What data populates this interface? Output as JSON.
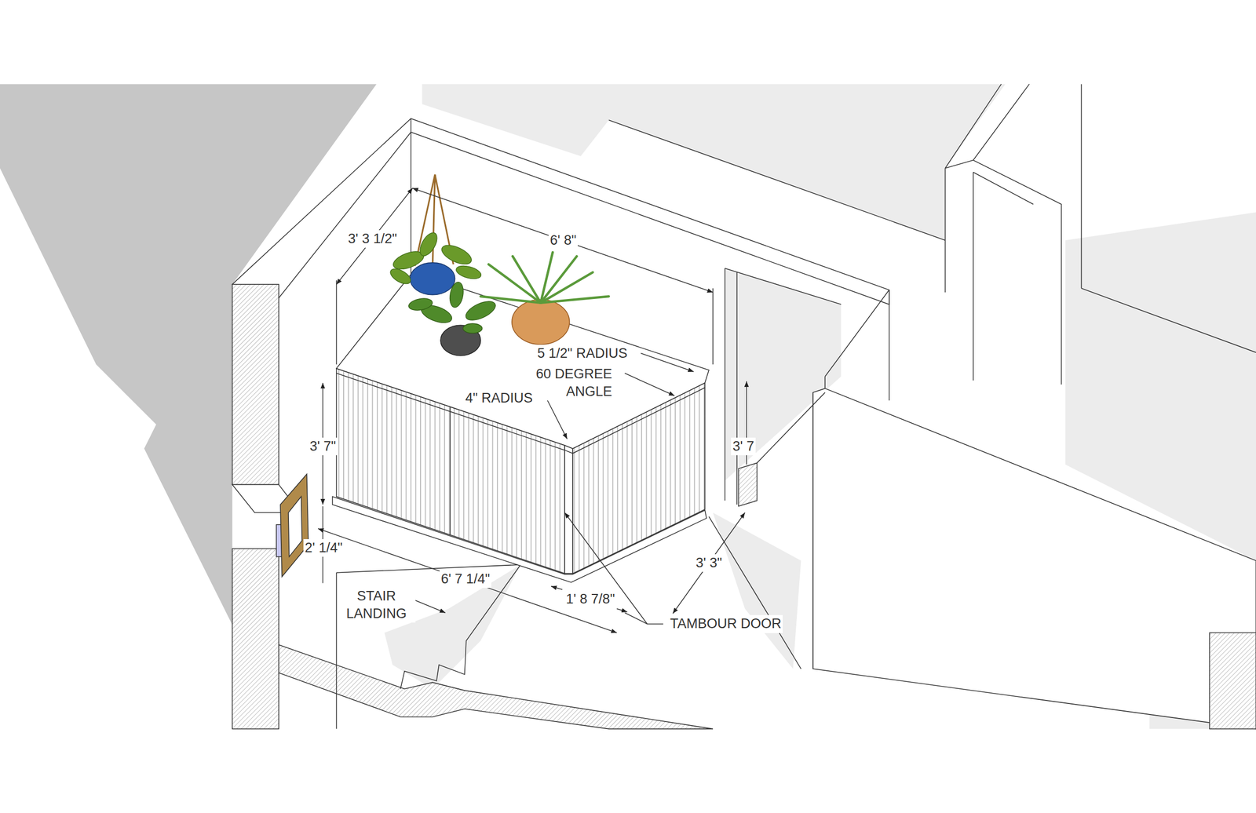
{
  "diagram": {
    "labels": [
      "3' 3 1/2\"",
      "6' 8\"",
      "5 1/2\" RADIUS",
      "60 DEGREE ANGLE",
      "4\" RADIUS",
      "3' 7\"",
      "3' 7",
      "2' 1/4\"",
      "6' 7 1/4\"",
      "STAIR LANDING",
      "1' 8 7/8\"",
      "3' 3\"",
      "TAMBOUR DOOR"
    ]
  }
}
